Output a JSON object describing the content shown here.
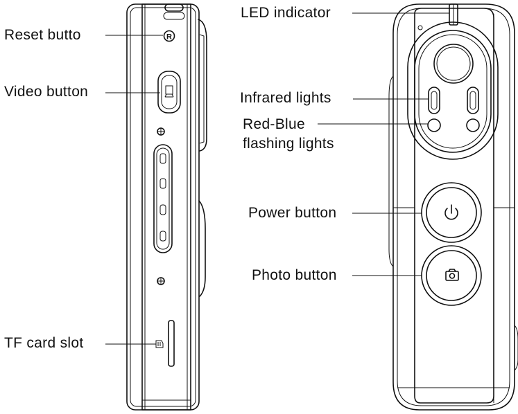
{
  "labels": {
    "reset": "Reset butto",
    "video": "Video button",
    "tf_card": "TF card slot",
    "led": "LED indicator",
    "infrared": "Infrared lights",
    "red_blue_line1": "Red-Blue",
    "red_blue_line2": "flashing lights",
    "power": "Power button",
    "photo": "Photo button"
  },
  "colors": {
    "line": "#111111",
    "background": "#ffffff"
  }
}
